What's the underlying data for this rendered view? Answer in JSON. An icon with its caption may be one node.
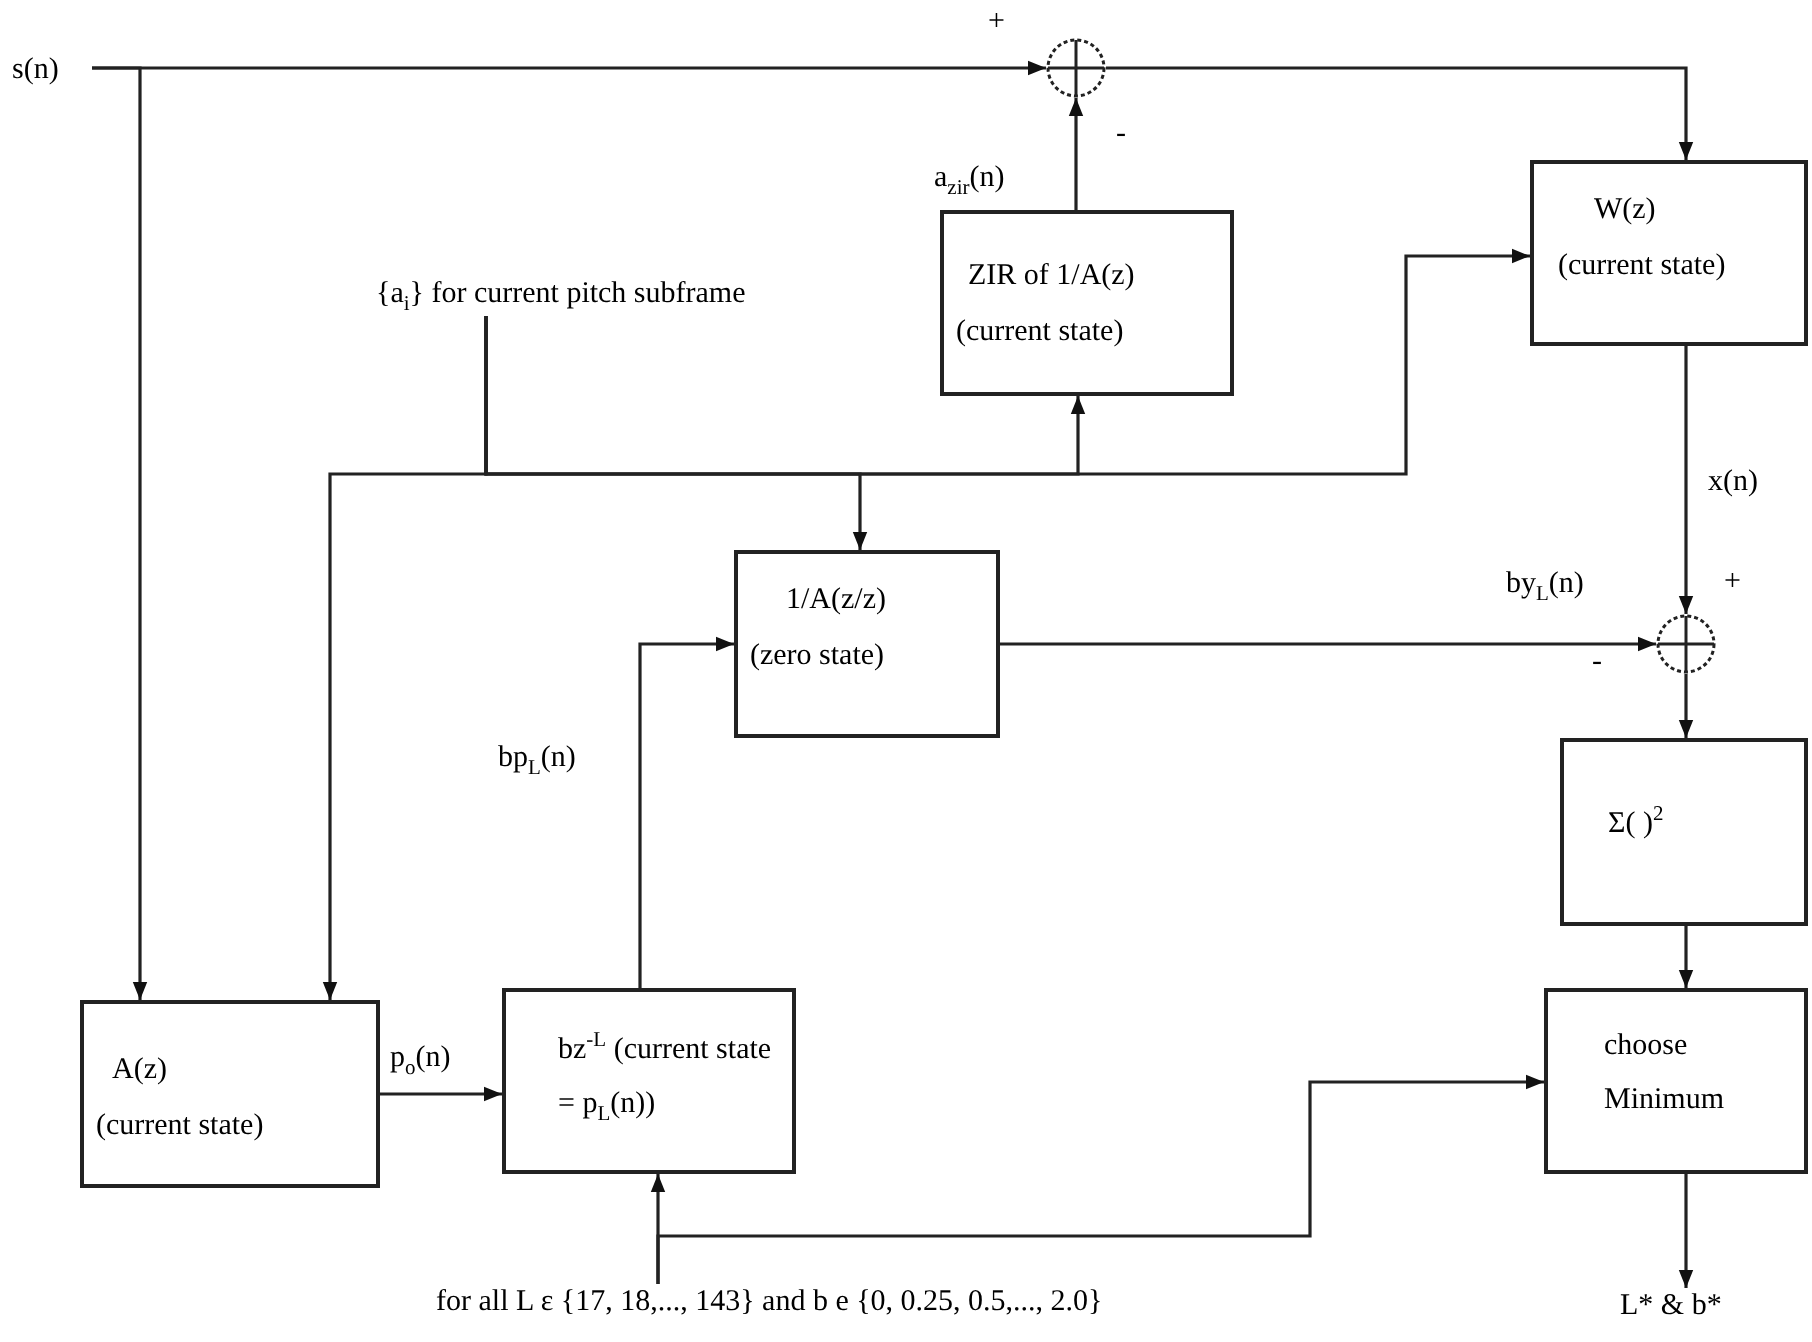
{
  "diagram": {
    "nodes": [
      {
        "text": [
          "s(n)"
        ]
      },
      {
        "text": [],
        "shape": "circle"
      },
      {
        "text": [
          "{a$_{i}$} for current pitch subframe"
        ]
      },
      {
        "text": [
          "ZIR of 1/A(z)",
          "(current state)"
        ]
      },
      {
        "text": [
          "W(z)",
          "(current state)"
        ]
      },
      {
        "text": [
          "1/A(z/z)",
          "(zero state)"
        ]
      },
      {
        "text": [],
        "shape": "circle"
      },
      {
        "text": [
          "Σ( )$^{2}$"
        ]
      },
      {
        "text": [
          "A(z)",
          "(current state)"
        ]
      },
      {
        "text": [
          "bz$^{-L}$ (current state = p$_{L}$(n))"
        ]
      },
      {
        "text": [
          "choose Minimum"
        ]
      },
      {
        "text": [
          "for all L ε {17, 18,..., 143} and b e {0, 0.25, 0.5,..., 2.0}"
        ]
      },
      {
        "text": [
          "L* & b*"
        ]
      }
    ],
    "edges": [
      {
        "from": 0,
        "to": 1,
        "arrow": "to"
      },
      {
        "from": 0,
        "to": 8,
        "arrow": "to"
      },
      {
        "from": 1,
        "to": 4,
        "arrow": "to"
      },
      {
        "from": 3,
        "to": 1,
        "arrow": "to",
        "label": "a$_{zir}$(n)"
      },
      {
        "from": 2,
        "to": 8,
        "arrow": "to"
      },
      {
        "from": 2,
        "to": 5,
        "arrow": "to"
      },
      {
        "from": 2,
        "to": 3,
        "arrow": "to"
      },
      {
        "from": 2,
        "to": 4,
        "arrow": "to"
      },
      {
        "from": 4,
        "to": 6,
        "arrow": "to",
        "label": "x(n)"
      },
      {
        "from": 5,
        "to": 6,
        "arrow": "to",
        "label": "by$_{L}$(n)"
      },
      {
        "from": 6,
        "to": 7,
        "arrow": "to"
      },
      {
        "from": 7,
        "to": 10,
        "arrow": "to"
      },
      {
        "from": 8,
        "to": 9,
        "arrow": "to",
        "label": "p$_{o}$(n)"
      },
      {
        "from": 9,
        "to": 5,
        "arrow": "to",
        "label": "bp$_{L}$(n)"
      },
      {
        "from": 11,
        "to": 9,
        "arrow": "to"
      },
      {
        "from": 11,
        "to": 10,
        "arrow": "to"
      },
      {
        "from": 10,
        "to": 12,
        "arrow": "to"
      }
    ],
    "labels": [
      "+",
      "-",
      "+",
      "-"
    ]
  }
}
